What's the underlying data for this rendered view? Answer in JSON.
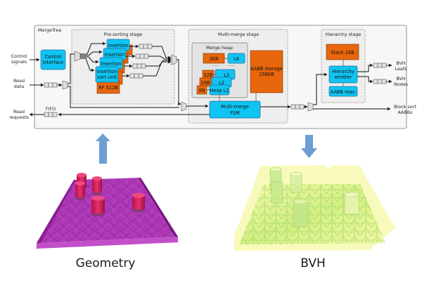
{
  "diagram": {
    "container_title": "MergeTree",
    "inputs": {
      "control_signals": [
        "Control",
        "signals"
      ],
      "read_data": [
        "Read",
        "data"
      ],
      "read_requests": [
        "Read",
        "requests"
      ]
    },
    "outputs": {
      "bvh_leafs": [
        "BVH",
        "Leafs"
      ],
      "bvh_nodes": [
        "BVH",
        "Nodes"
      ],
      "block_sort": [
        "Block sort",
        "AABBs"
      ]
    },
    "control_interface": [
      "Control",
      "interface"
    ],
    "fifo_label": "FIFO",
    "presort": {
      "title": "Pre-sorting stage",
      "unit_label": "Insertion",
      "front_unit": [
        "Insertion",
        "sort unit"
      ],
      "rf_label": "RF 512B"
    },
    "multimerge": {
      "title": "Multi-merge stage",
      "heap_title": "Merge heap",
      "heap_levels": [
        {
          "mem": "2KB",
          "level": "L8"
        },
        {
          "mem": "32B",
          "level": "L3"
        },
        {
          "mem": "16B",
          "level": "L2"
        },
        {
          "mem": "8B",
          "level": "Heap L1"
        }
      ],
      "aabb_storage": [
        "AABB storage",
        "256KB"
      ],
      "fsm": [
        "Multi-merge",
        "FSM"
      ]
    },
    "hierarchy": {
      "title": "Hierarchy stage",
      "stack": "Stack 1KB",
      "emitter": [
        "Hierarchy",
        "emitter"
      ],
      "aabb_max": "AABB max."
    }
  },
  "illustrations": {
    "left_caption": "Geometry",
    "right_caption": "BVH",
    "left_arrow": "up-arrow-icon",
    "right_arrow": "down-arrow-icon"
  },
  "colors": {
    "blue_block": "#10c4f2",
    "orange_memory": "#e8660c",
    "arrow": "#6d9fd2",
    "geometry_base": "#b03ab8",
    "geometry_objects": "#d81c5c",
    "bvh_fill": "#e8f58a"
  }
}
